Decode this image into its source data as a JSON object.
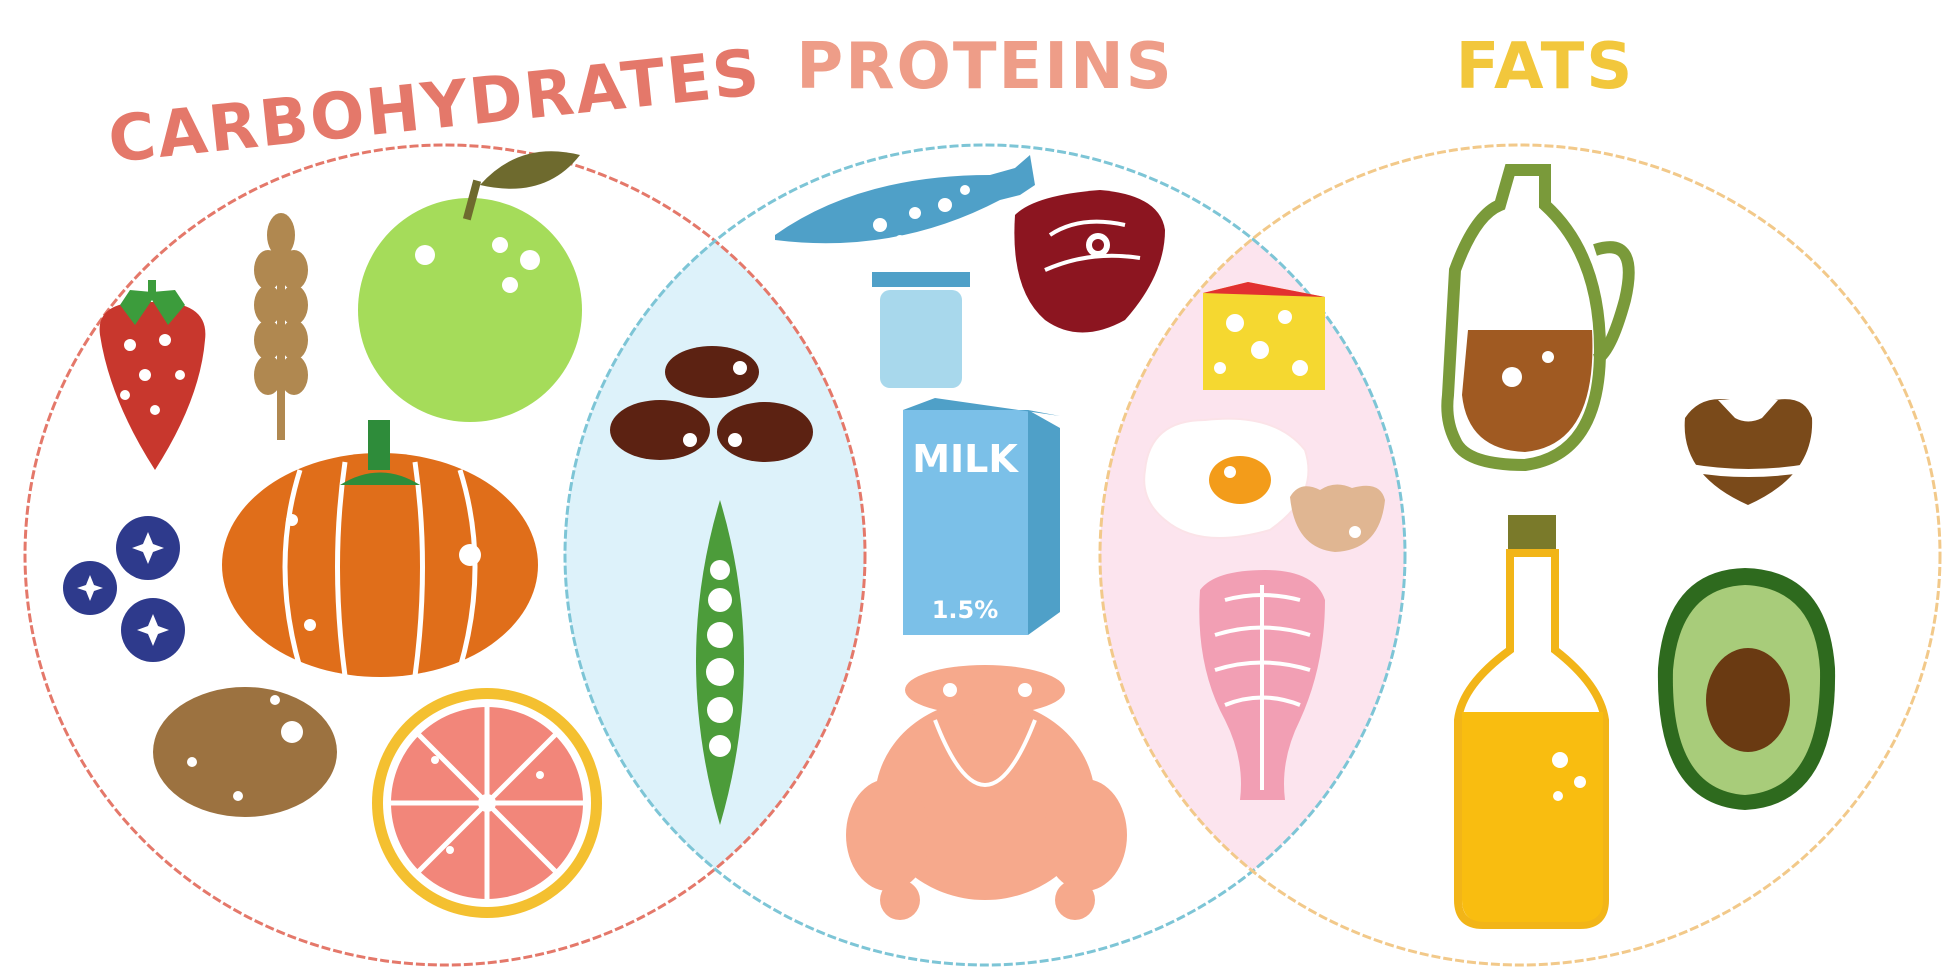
{
  "titles": {
    "carbohydrates": "CARBOHYDRATES",
    "proteins": "PROTEINS",
    "fats": "FATS"
  },
  "milk": {
    "label": "MILK",
    "fat": "1.5%"
  },
  "colors": {
    "carbohydrates": "#E4786A",
    "proteins": "#EE9D88",
    "fats": "#F2C73C",
    "carb_outline": "#E4786A",
    "protein_outline": "#7DC5D6",
    "fat_outline": "#F2C98A",
    "carb_protein_overlap": "#DDF2FA",
    "protein_fat_overlap": "#FCE4EE"
  },
  "groups": {
    "carbohydrates": [
      "strawberry-icon",
      "wheat-icon",
      "apple-icon",
      "blueberries-icon",
      "pumpkin-icon",
      "potato-icon",
      "grapefruit-icon"
    ],
    "carbohydrates_and_proteins": [
      "beans-icon",
      "peas-icon"
    ],
    "proteins": [
      "fish-icon",
      "steak-icon",
      "yogurt-jar-icon",
      "milk-carton-icon",
      "chicken-icon"
    ],
    "proteins_and_fats": [
      "cheese-icon",
      "fried-egg-icon",
      "salmon-steak-icon"
    ],
    "fats": [
      "oil-jug-icon",
      "oil-bottle-icon",
      "nut-icon",
      "avocado-icon"
    ]
  }
}
